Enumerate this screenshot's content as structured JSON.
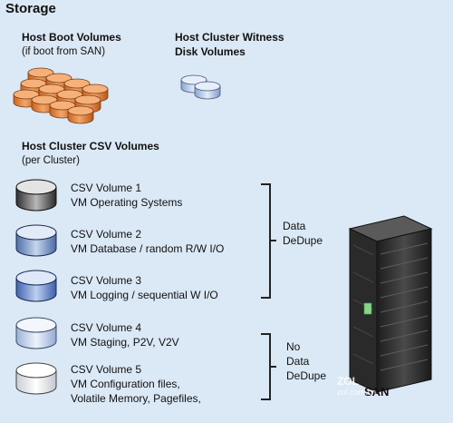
{
  "title": "Storage",
  "boot": {
    "heading": "Host Boot Volumes",
    "note": "(if boot from SAN)"
  },
  "witness": {
    "line1": "Host Cluster Witness",
    "line2": "Disk Volumes"
  },
  "csv_group": {
    "heading": "Host Cluster CSV Volumes",
    "note": "(per Cluster)"
  },
  "volumes": [
    {
      "name": "CSV Volume 1",
      "desc": [
        "VM Operating Systems"
      ]
    },
    {
      "name": "CSV Volume 2",
      "desc": [
        "VM Database / random R/W I/O"
      ]
    },
    {
      "name": "CSV Volume 3",
      "desc": [
        "VM Logging / sequential W I/O"
      ]
    },
    {
      "name": "CSV Volume 4",
      "desc": [
        "VM Staging, P2V, V2V"
      ]
    },
    {
      "name": "CSV Volume 5",
      "desc": [
        "VM Configuration files,",
        "Volatile Memory, Pagefiles,"
      ]
    }
  ],
  "dedupe": {
    "line1": "Data",
    "line2": "DeDupe"
  },
  "no_dedupe": {
    "line1": "No",
    "line2": "Data",
    "line3": "DeDupe"
  },
  "san_label": "SAN",
  "watermark": {
    "line1": "ZOL",
    "line2": "zol.com.cn"
  },
  "colors": {
    "background": "#dbe8f5",
    "boot_disk": "#e08a45",
    "witness_disk": "#9fb8dc",
    "vol1": "#6a6a6a",
    "vol2": "#7b95c4",
    "vol3": "#6f8ec9",
    "vol4": "#c6d6ee",
    "vol5": "#ffffff",
    "san": "#2b2b2b"
  }
}
